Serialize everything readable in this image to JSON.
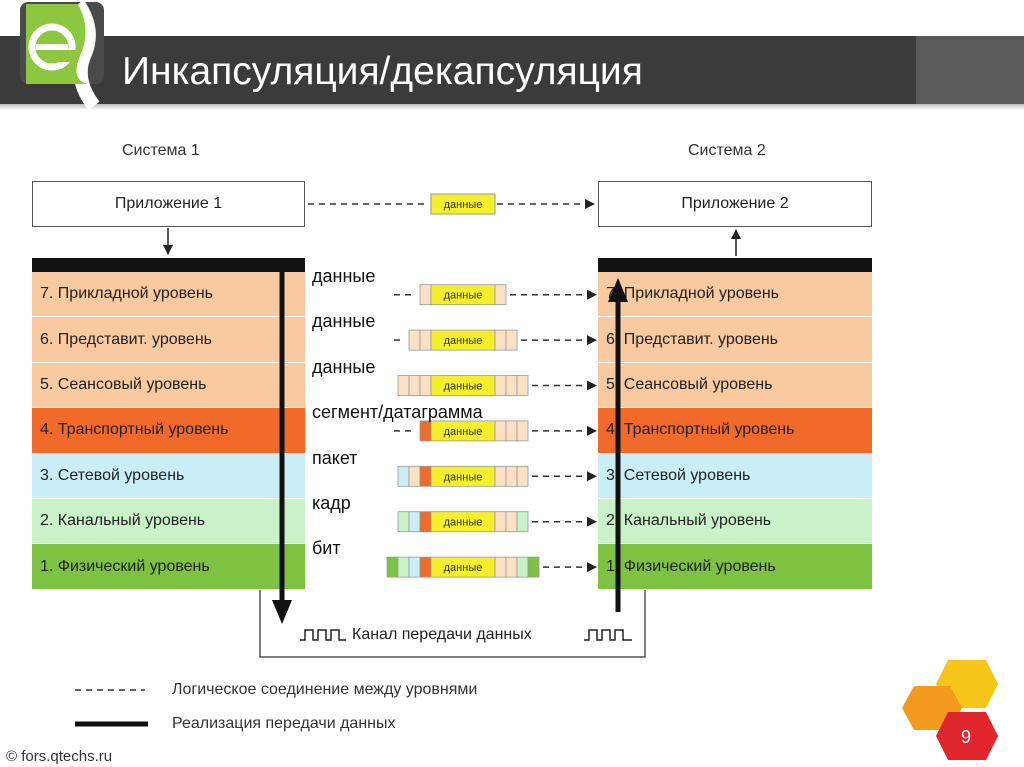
{
  "slide": {
    "title": "Инкапсуляция/декапсуляция",
    "footer": "© fors.qtechs.ru",
    "page_number": "9"
  },
  "diagram": {
    "system1_label": "Система 1",
    "system2_label": "Система 2",
    "app1_label": "Приложение 1",
    "app2_label": "Приложение 2",
    "app_data_label": "данные",
    "layers": [
      {
        "label": "7. Прикладной уровень",
        "color": "#f9c9a0"
      },
      {
        "label": "6. Представит. уровень",
        "color": "#f9c9a0"
      },
      {
        "label": "5. Сеансовый уровень",
        "color": "#f9c9a0"
      },
      {
        "label": "4. Транспортный уровень",
        "color": "#f26a2a"
      },
      {
        "label": "3. Сетевой уровень",
        "color": "#c9eef7"
      },
      {
        "label": "2. Канальный уровень",
        "color": "#c9f2c9"
      },
      {
        "label": "1. Физический уровень",
        "color": "#7dc241"
      }
    ],
    "pdu_labels": [
      "данные",
      "данные",
      "данные",
      "сегмент/датаграмма",
      "пакет",
      "кадр",
      "бит"
    ],
    "packet_data_label": "данные",
    "channel_label": "Канал передачи данных",
    "legend": {
      "logical": "Логическое соединение между уровнями",
      "transfer": "Реализация передачи данных"
    },
    "colors": {
      "data_block": "#f5ee2a",
      "header_light": "#fbe0c4",
      "header_transport": "#f26a2a",
      "header_network": "#c9eef7",
      "header_link": "#c9f2c9",
      "header_physical": "#7dc241"
    }
  }
}
